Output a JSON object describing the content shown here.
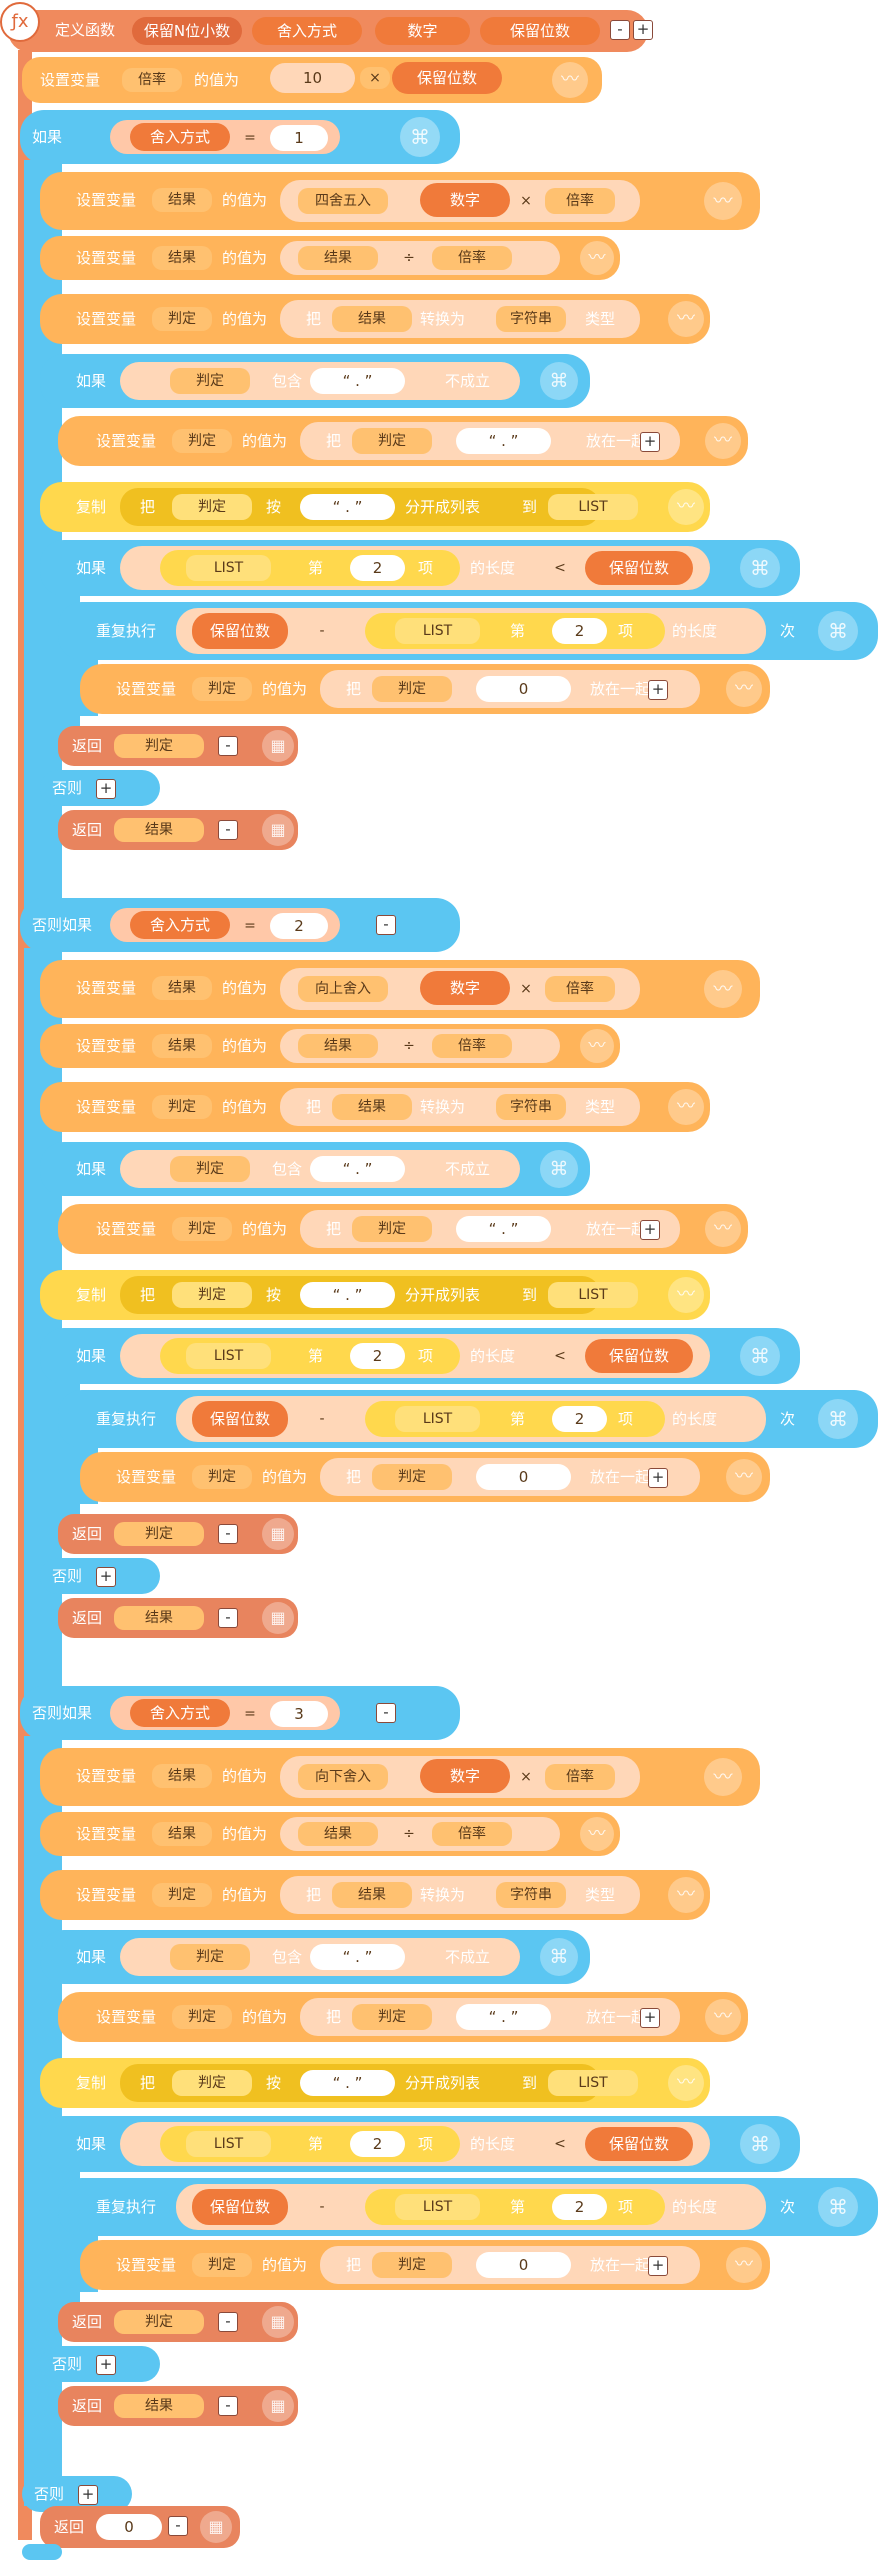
{
  "labels": {
    "define_function": "定义函数",
    "function_name": "保留N位小数",
    "params": [
      "舍入方式",
      "数字",
      "保留位数"
    ],
    "set_variable": "设置变量",
    "value_is": "的值为",
    "if": "如果",
    "else": "否则",
    "else_if": "否则如果",
    "convert": "把",
    "convert_to": "转换为",
    "type_suffix": "类型",
    "contains": "包含",
    "not_true": "不成立",
    "join_suffix": "放在一起",
    "copy": "复制",
    "split_by": "按",
    "split_into": "分开成列表",
    "to": "到",
    "item_no": "第",
    "item_suffix": "项",
    "length_of": "的长度",
    "repeat": "重复执行",
    "times": "次",
    "return": "返回",
    "minus": "-",
    "plus": "+"
  },
  "values": {
    "var_rate": "倍率",
    "var_result": "结果",
    "var_judge": "判定",
    "var_list": "LIST",
    "num_10": "10",
    "op_mul": "×",
    "op_div": "÷",
    "op_eq": "=",
    "op_lt": "<",
    "op_minus": "-",
    "round": "四舍五入",
    "round_up": "向上舍入",
    "round_down": "向下舍入",
    "num_1": "1",
    "num_2": "2",
    "num_3": "3",
    "num_0": "0",
    "dot": "“ . ”",
    "string_type": "字符串",
    "param_mode": "舍入方式",
    "param_number": "数字",
    "param_digits": "保留位数"
  },
  "colors": {
    "function": "#F08A5D",
    "variable": "#FFB45A",
    "control": "#5BC6F2",
    "text": "#FF9C74",
    "list": "#FFD84D",
    "return": "#E8845E"
  },
  "icons": [
    "fx-icon",
    "chart-icon",
    "gamepad-icon",
    "calculator-icon"
  ]
}
